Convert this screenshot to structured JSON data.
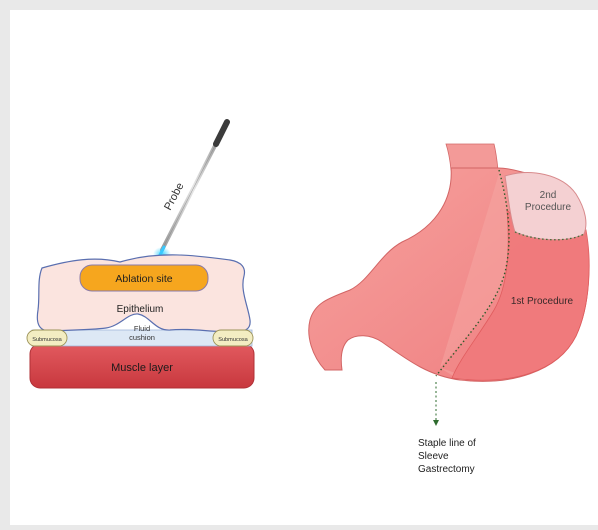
{
  "left_diagram": {
    "probe_label": "Probe",
    "ablation_site": "Ablation site",
    "epithelium": "Epithelium",
    "fluid_cushion_line1": "Fluid",
    "fluid_cushion_line2": "cushion",
    "submucosa_left": "Submucosa",
    "submucosa_right": "Submucosa",
    "muscle_layer": "Muscle layer"
  },
  "right_diagram": {
    "second_procedure_line1": "2nd",
    "second_procedure_line2": "Procedure",
    "first_procedure": "1st Procedure",
    "staple_line_1": "Staple line of",
    "staple_line_2": "Sleeve",
    "staple_line_3": "Gastrectomy"
  },
  "colors": {
    "ablation": "#f5a623",
    "epithelium": "#fbe6e2",
    "muscle": "#d9474c",
    "submucosa": "#f4efc4",
    "stomach": "#f28c8c",
    "staple": "#2e6b2e"
  }
}
